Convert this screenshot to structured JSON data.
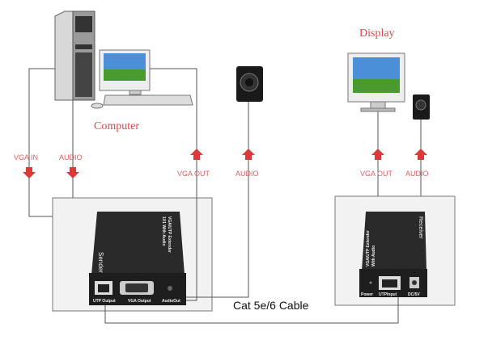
{
  "title_computer": "Computer",
  "title_display": "Display",
  "cable_label": "Cat 5e/6 Cable",
  "sender": {
    "top_text_1": "VGA/UTP Extender",
    "top_text_2": "1X1 With Audio",
    "side_text": "Sender",
    "ports": [
      "UTP Output",
      "VGA Output",
      "AudioOut"
    ]
  },
  "receiver": {
    "top_text_1": "VGA/UTP Extender",
    "top_text_2": "With Audio",
    "side_text": "Receiver",
    "ports": [
      "Power",
      "UTPInput",
      "DC/5V"
    ]
  },
  "signals": {
    "vga_in": "VGA IN",
    "audio_in": "AUDIO",
    "vga_out_sender": "VGA OUT",
    "audio_out_sender": "AUDIO",
    "vga_out_receiver": "VGA OUT",
    "audio_out_receiver": "AUDIO"
  },
  "colors": {
    "arrow": "#d93a3a",
    "label": "#e06060",
    "line": "#555555",
    "device": "#2a2a2a"
  }
}
